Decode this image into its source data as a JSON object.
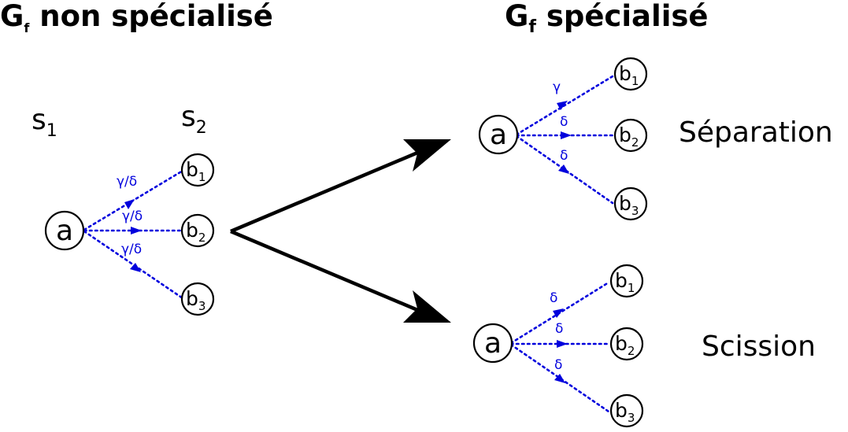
{
  "titles": {
    "left_main": "G",
    "left_sub": "f",
    "left_rest": " non spécialisé",
    "right_main": "G",
    "right_sub": "f",
    "right_rest": " spécialisé"
  },
  "stage_labels": {
    "s1_main": "s",
    "s1_sub": "1",
    "s2_main": "s",
    "s2_sub": "2"
  },
  "nodes": {
    "a": "a",
    "b": "b",
    "idx1": "1",
    "idx2": "2",
    "idx3": "3"
  },
  "left_edge_labels": [
    "γ/δ",
    "γ/δ",
    "γ/δ"
  ],
  "separation": {
    "label": "Séparation",
    "edge_labels": [
      "γ",
      "δ",
      "δ"
    ]
  },
  "scission": {
    "label": "Scission",
    "edge_labels": [
      "δ",
      "δ",
      "δ"
    ]
  },
  "colors": {
    "edge": "#0000dd",
    "node_stroke": "#000000",
    "arrow": "#000000"
  }
}
